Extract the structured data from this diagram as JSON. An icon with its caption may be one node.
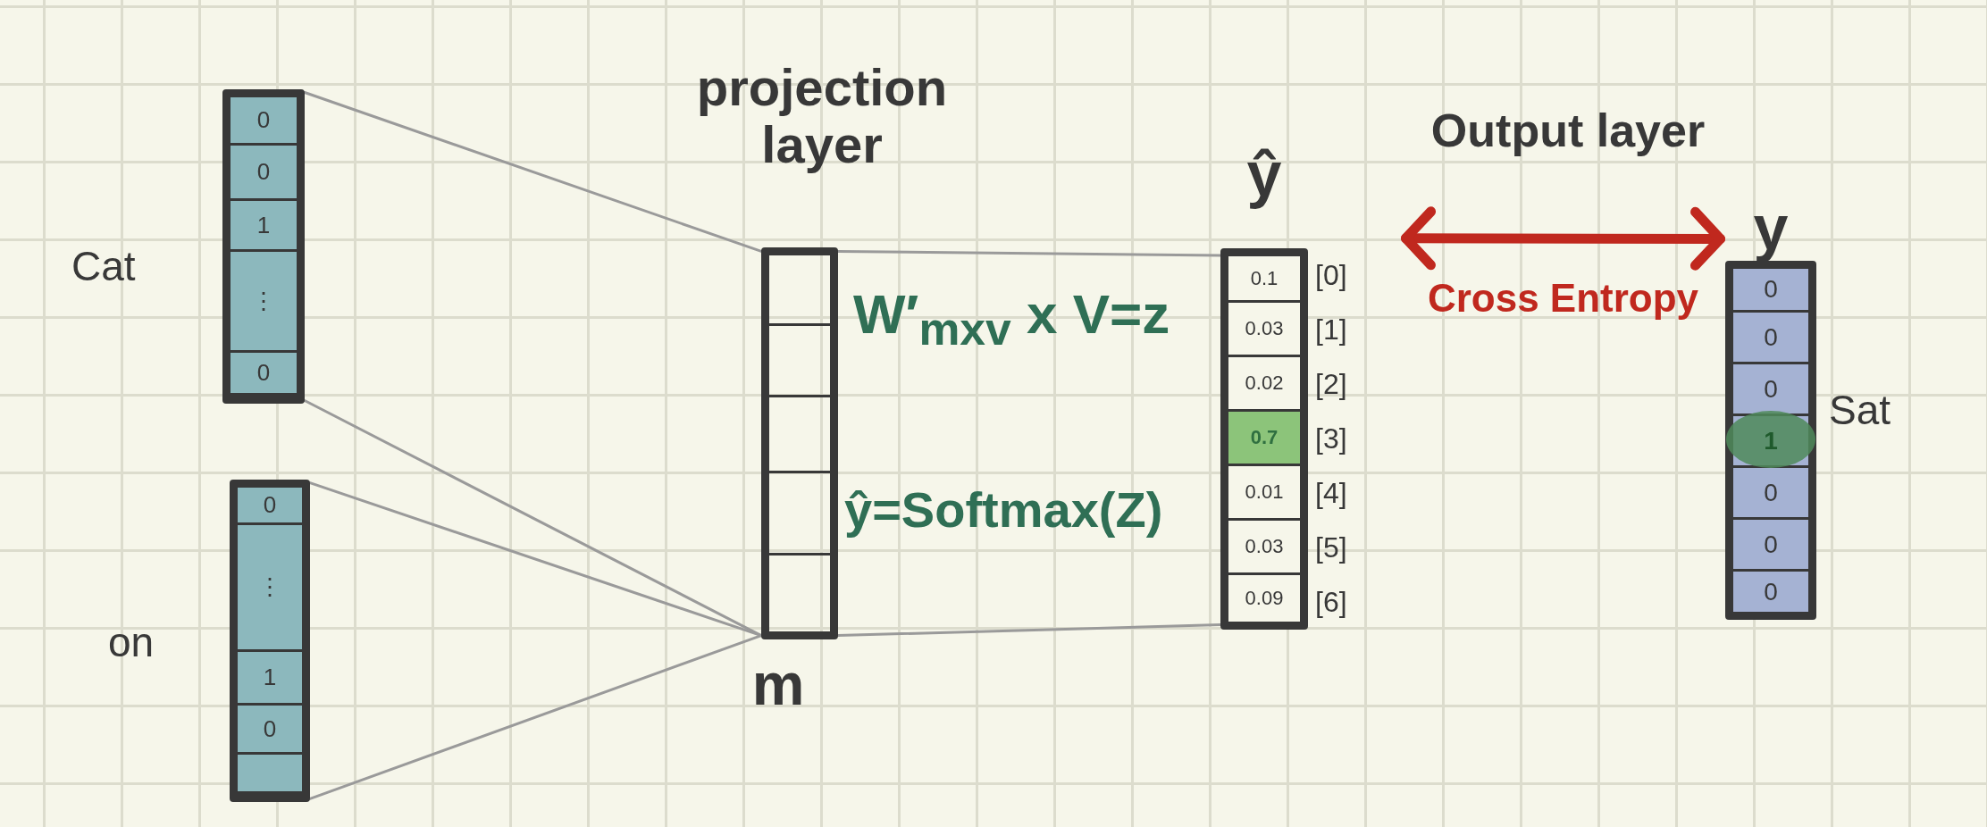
{
  "diagram": {
    "nodes": [
      {
        "text": [
          "0",
          "0",
          "1",
          "⋮",
          "0"
        ],
        "beside": [
          "Cat"
        ]
      },
      {
        "text": [
          "0",
          "⋮",
          "1",
          "0"
        ],
        "beside": [
          "on"
        ]
      },
      {
        "text": [],
        "shape": "box"
      },
      {
        "text": [
          "ŷ",
          "0.1",
          "0.03",
          "0.02",
          "0.7",
          "0.01",
          "0.03",
          "0.09"
        ],
        "beside": [
          "[0]",
          "[1]",
          "[2]",
          "[3]",
          "[4]",
          "[5]",
          "[6]"
        ]
      },
      {
        "text": [
          "y",
          "0",
          "0",
          "0",
          "1",
          "0",
          "0",
          "0"
        ],
        "beside": [
          "Sat"
        ]
      }
    ],
    "edges": [
      {
        "from": 0,
        "to": 2,
        "arrow": "none"
      },
      {
        "from": 0,
        "to": 2,
        "arrow": "none"
      },
      {
        "from": 1,
        "to": 2,
        "arrow": "none"
      },
      {
        "from": 1,
        "to": 2,
        "arrow": "none"
      },
      {
        "from": 2,
        "to": 3,
        "arrow": "none"
      },
      {
        "from": 2,
        "to": 3,
        "arrow": "none"
      },
      {
        "from": 3,
        "to": 4,
        "arrow": "both",
        "label": "Cross Entropy",
        "style": "thick",
        "color": "#c0281e"
      }
    ],
    "labels": [
      "projection layer",
      "m",
      "W′$_{mxv}$ x V=z",
      "ŷ=Softmax(Z)",
      "Output layer"
    ]
  }
}
